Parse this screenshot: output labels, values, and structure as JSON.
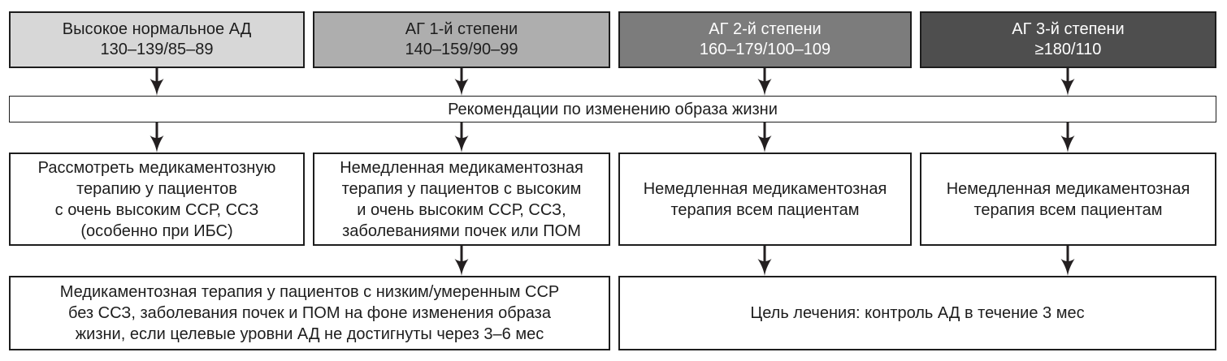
{
  "flowchart": {
    "bp_categories": [
      {
        "title": "Высокое нормальное АД",
        "range": "130–139/85–89",
        "bg": "#d7d7d7",
        "fg": "#1d1d1d"
      },
      {
        "title": "АГ 1-й степени",
        "range": "140–159/90–99",
        "bg": "#aeaeae",
        "fg": "#1d1d1d"
      },
      {
        "title": "АГ 2-й степени",
        "range": "160–179/100–109",
        "bg": "#7c7c7c",
        "fg": "#ffffff"
      },
      {
        "title": "АГ 3-й степени",
        "range": "≥180/110",
        "bg": "#4e4e4e",
        "fg": "#ffffff"
      }
    ],
    "lifestyle_band": "Рекомендации по изменению образа жизни",
    "therapy_boxes": [
      "Рассмотреть медикаментозную\nтерапию у пациентов\nс очень высоким ССР, ССЗ\n(особенно при ИБС)",
      "Немедленная медикаментозная\nтерапия у пациентов с высоким\nи очень высоким ССР, ССЗ,\nзаболеваниями почек или ПОМ",
      "Немедленная медикаментозная\nтерапия всем пациентам",
      "Немедленная медикаментозная\nтерапия всем пациентам"
    ],
    "outcome_boxes": {
      "left": "Медикаментозная терапия у пациентов с низким/умеренным ССР\nбез ССЗ, заболевания почек и ПОМ на фоне изменения образа\nжизни, если целевые уровни АД не достигнуты через 3–6 мес",
      "right": "Цель лечения: контроль АД в течение 3 мес"
    },
    "colors": {
      "border": "#1d1d1d",
      "arrow": "#231f20",
      "background": "#ffffff"
    }
  }
}
